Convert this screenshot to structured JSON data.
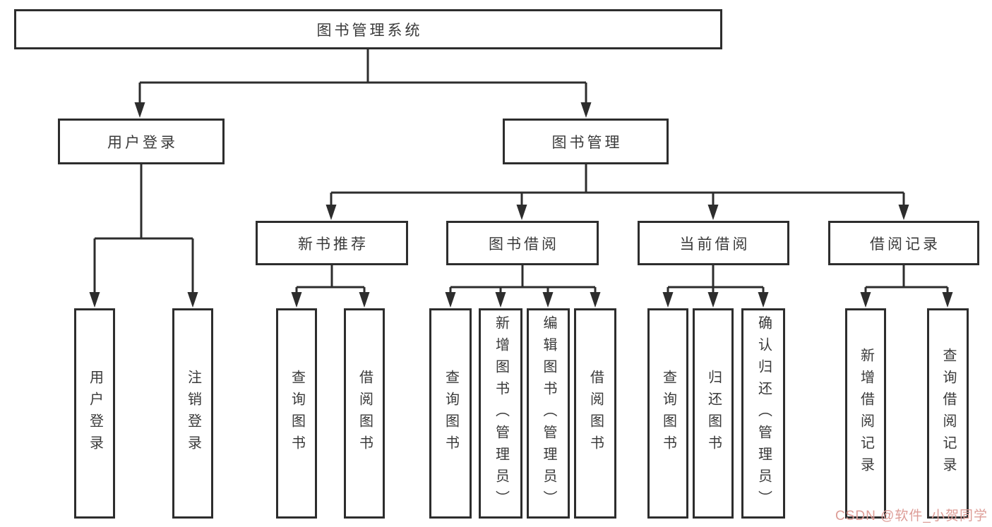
{
  "tree": {
    "root": {
      "label": "图书管理系统"
    },
    "branches": [
      {
        "label": "用户登录",
        "children": [
          {
            "label": "用户登录"
          },
          {
            "label": "注销登录"
          }
        ]
      },
      {
        "label": "图书管理",
        "children": [
          {
            "label": "新书推荐",
            "children": [
              {
                "label": "查询图书"
              },
              {
                "label": "借阅图书"
              }
            ]
          },
          {
            "label": "图书借阅",
            "children": [
              {
                "label": "查询图书"
              },
              {
                "label": "新增图书（管理员）"
              },
              {
                "label": "编辑图书（管理员）"
              },
              {
                "label": "借阅图书"
              }
            ]
          },
          {
            "label": "当前借阅",
            "children": [
              {
                "label": "查询图书"
              },
              {
                "label": "归还图书"
              },
              {
                "label": "确认归还（管理员）"
              }
            ]
          },
          {
            "label": "借阅记录",
            "children": [
              {
                "label": "新增借阅记录"
              },
              {
                "label": "查询借阅记录"
              }
            ]
          }
        ]
      }
    ]
  },
  "watermark": {
    "text": "CSDN @软件_小贺同学"
  },
  "colors": {
    "line": "#2d2d2d",
    "text": "#3a3a3a",
    "background": "#ffffff",
    "watermark": "#dd9d97"
  }
}
